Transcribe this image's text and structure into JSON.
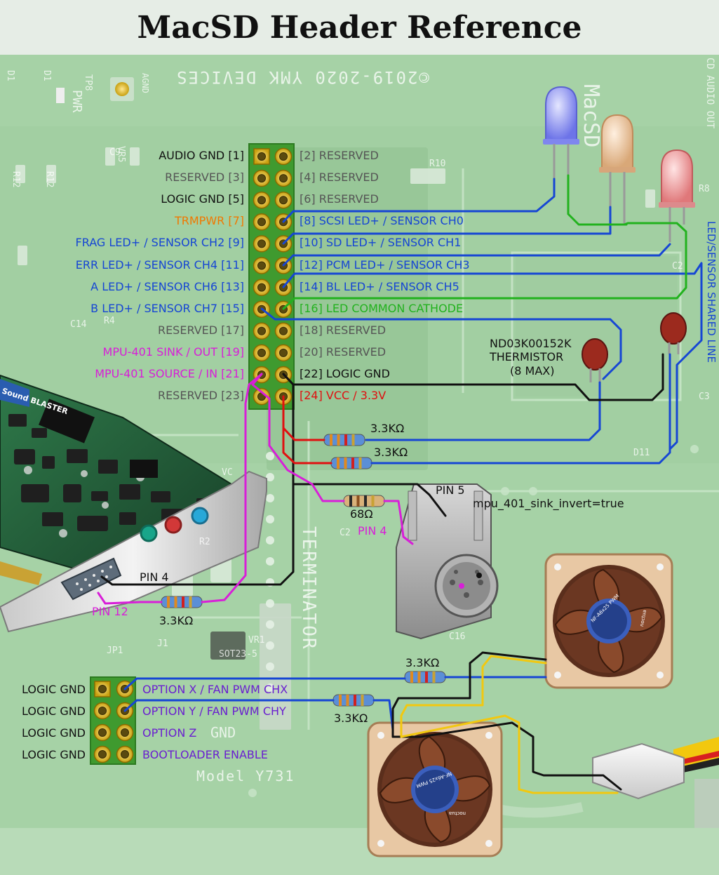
{
  "title": "MacSD Header Reference",
  "board_silkscreen": {
    "copyright": "©2019-2020 YMK DEVICES",
    "brand": "MacSD",
    "model": "Model Y731",
    "terminator": "TERMINATOR",
    "pwr": "PWR",
    "cd_audio_out": "CD AUDIO OUT",
    "agnd": "AGND",
    "gnd": "GND",
    "refs": [
      "D1",
      "D1",
      "TP8",
      "C9",
      "R12",
      "R12",
      "VR5",
      "C14",
      "R4",
      "R10",
      "R8",
      "C2",
      "C3",
      "D11",
      "C16",
      "R2",
      "VR1",
      "J1",
      "JP1",
      "C2",
      "SOT23-5",
      "VC"
    ]
  },
  "colors": {
    "blue": "#1646d4",
    "green": "#22b21e",
    "magenta": "#d81ed8",
    "orange": "#f07800",
    "red": "#e01010",
    "gray": "#555555",
    "black": "#111111",
    "yellow": "#f2c80f",
    "board": "#a8d4a8",
    "header_green": "#3f9a2f"
  },
  "header_left_labels": [
    {
      "text": "AUDIO GND [1]",
      "color": "black"
    },
    {
      "text": "RESERVED [3]",
      "color": "gray"
    },
    {
      "text": "LOGIC GND [5]",
      "color": "black"
    },
    {
      "text": "TRMPWR [7]",
      "color": "orange"
    },
    {
      "text": "FRAG LED+ / SENSOR CH2 [9]",
      "color": "blue"
    },
    {
      "text": "ERR LED+ / SENSOR CH4 [11]",
      "color": "blue"
    },
    {
      "text": "A LED+ / SENSOR CH6 [13]",
      "color": "blue"
    },
    {
      "text": "B LED+ / SENSOR CH7 [15]",
      "color": "blue"
    },
    {
      "text": "RESERVED [17]",
      "color": "gray"
    },
    {
      "text": "MPU-401 SINK / OUT [19]",
      "color": "magenta"
    },
    {
      "text": "MPU-401 SOURCE / IN [21]",
      "color": "magenta"
    },
    {
      "text": "RESERVED [23]",
      "color": "gray"
    }
  ],
  "header_right_labels": [
    {
      "text": "[2] RESERVED",
      "color": "gray"
    },
    {
      "text": "[4] RESERVED",
      "color": "gray"
    },
    {
      "text": "[6] RESERVED",
      "color": "gray"
    },
    {
      "text": "[8] SCSI LED+ / SENSOR CH0",
      "color": "blue"
    },
    {
      "text": "[10] SD LED+ / SENSOR CH1",
      "color": "blue"
    },
    {
      "text": "[12] PCM LED+ / SENSOR CH3",
      "color": "blue"
    },
    {
      "text": "[14] BL LED+ / SENSOR CH5",
      "color": "blue"
    },
    {
      "text": "[16] LED COMMON CATHODE",
      "color": "green"
    },
    {
      "text": "[18] RESERVED",
      "color": "gray"
    },
    {
      "text": "[20] RESERVED",
      "color": "gray"
    },
    {
      "text": "[22] LOGIC GND",
      "color": "black"
    },
    {
      "text": "[24] VCC / 3.3V",
      "color": "red"
    }
  ],
  "jp1_left_labels": [
    "LOGIC GND",
    "LOGIC GND",
    "LOGIC GND",
    "LOGIC GND"
  ],
  "jp1_right_labels": [
    "OPTION X / FAN PWM CHX",
    "OPTION Y / FAN PWM CHY",
    "OPTION Z",
    "BOOTLOADER ENABLE"
  ],
  "annotations": {
    "shared_line": "LED/SENSOR SHARED LINE",
    "thermistor_part": "ND03K00152K",
    "thermistor_name": "THERMISTOR",
    "thermistor_max": "(8 MAX)",
    "r_sensor_1": "3.3KΩ",
    "r_sensor_2": "3.3KΩ",
    "r_midi": "68Ω",
    "r_pin12": "3.3KΩ",
    "r_fan_1": "3.3KΩ",
    "r_fan_2": "3.3KΩ",
    "din_pin5": "PIN 5",
    "din_pin4": "PIN 4",
    "gameport_pin4": "PIN 4",
    "gameport_pin12": "PIN 12",
    "invert_setting": "mpu_401_sink_invert=true"
  },
  "devices": {
    "soundcard_brand": "Sound BLASTER",
    "fan_brand": "NF-A6x25 PWM",
    "fan_maker": "noctua"
  }
}
